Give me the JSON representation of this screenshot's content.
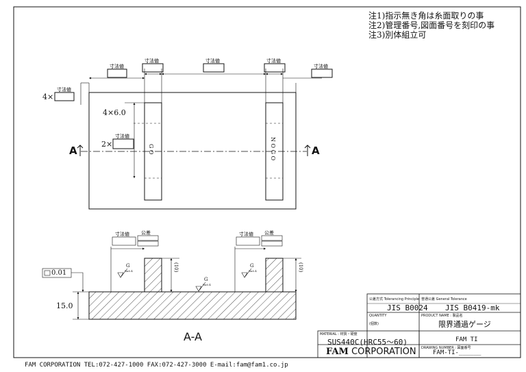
{
  "notes": [
    "注1)指示無き角は糸面取りの事",
    "注2)管理番号,図面番号を刻印の事",
    "注3)別体組立可"
  ],
  "dims": {
    "dim_value": "寸法値",
    "tolerance": "公差",
    "qty4": "4×",
    "qty2": "2×",
    "pitch": "4×6.0",
    "flatness": "0.01",
    "thickness": "15.0",
    "height": "(10)"
  },
  "labels": {
    "section_a": "A",
    "section_view": "A-A",
    "go": "G O",
    "nogo": "N O G O",
    "finish_g": "G",
    "roughness": "Ra0.4"
  },
  "title_block": {
    "tol_principle_label": "公差方式 Tolerancing Principle",
    "tol_principle_value": "JIS B0024",
    "gen_tol_label": "普通公差 General Tolerance",
    "gen_tol_value": "JIS B0419-mk",
    "quantity_label": "QUANTITY",
    "quantity_value": "(個数)",
    "product_label": "PRODUCT NAME : 製品名",
    "product_value": "限界通過ゲージ",
    "material_label": "MATERIAL : 材質・硬度",
    "material_value": "SUS440C(HRC55～60)",
    "customer_value": "FAM TI",
    "company": "FAM CORPORATION",
    "company_bold": "FAM",
    "company_rest": " CORPORATION",
    "drawing_no_label": "DRAWING NUMBER : 図面番号",
    "drawing_no_value": "FAM-TI-______"
  },
  "footer": "FAM CORPORATION  TEL:072-427-1000  FAX:072-427-3000  E-mail:fam@fam1.co.jp"
}
